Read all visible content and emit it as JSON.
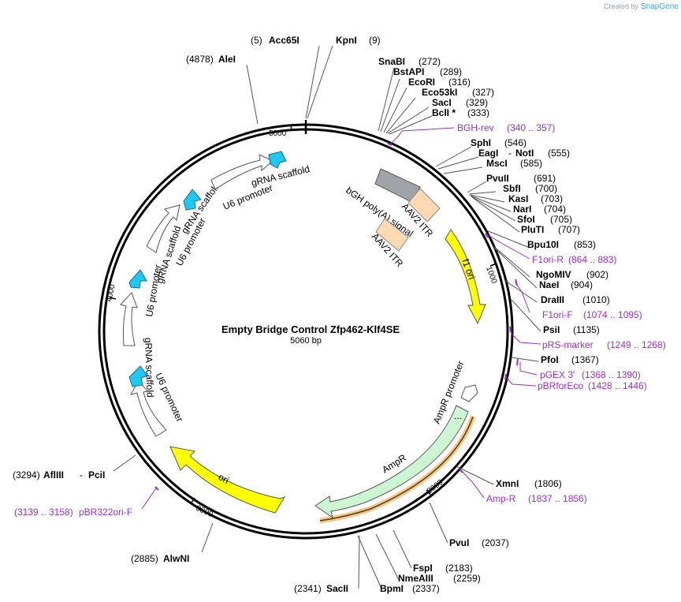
{
  "credit": {
    "prefix": "Created by",
    "brand": "SnapGene"
  },
  "map": {
    "title": "Empty Bridge Control Zfp462-Klf4SE",
    "length": "5060 bp"
  },
  "ticks": {
    "t1000": "1000",
    "t2000": "2000",
    "t3000": "3000",
    "t4000": "4000",
    "t5000": "5000"
  },
  "sites": {
    "s5": "(5)",
    "acc65i": "Acc65I",
    "kpni": "KpnI",
    "s9": "(9)",
    "s4878": "(4878)",
    "alei": "AleI",
    "snabi": "SnaBI",
    "s272": "(272)",
    "bstapi": "BstAPI",
    "s289": "(289)",
    "ecori": "EcoRI",
    "s316": "(316)",
    "eco53ki": "Eco53kI",
    "s327": "(327)",
    "saci": "SacI",
    "s329": "(329)",
    "bcli": "BclI *",
    "s333": "(333)",
    "sphi": "SphI",
    "s546": "(546)",
    "eagi": "EagI",
    "sep1": "-",
    "noti": "NotI",
    "s555": "(555)",
    "msci": "MscI",
    "s585": "(585)",
    "pvuii": "PvuII",
    "s691": "(691)",
    "sbfi": "SbfI",
    "s700": "(700)",
    "kasi": "KasI",
    "s703": "(703)",
    "nari": "NarI",
    "s704": "(704)",
    "sfoi": "SfoI",
    "s705": "(705)",
    "pluti": "PluTI",
    "s707": "(707)",
    "bpu10i": "Bpu10I",
    "s853": "(853)",
    "ngomiv": "NgoMIV",
    "s902": "(902)",
    "naei": "NaeI",
    "s904": "(904)",
    "draiii": "DraIII",
    "s1010": "(1010)",
    "psii": "PsiI",
    "s1135": "(1135)",
    "pfoi": "PfoI",
    "s1367": "(1367)",
    "xmni": "XmnI",
    "s1806": "(1806)",
    "pvui": "PvuI",
    "s2037": "(2037)",
    "fspi": "FspI",
    "s2183": "(2183)",
    "nmeaiii": "NmeAIII",
    "s2259": "(2259)",
    "s2341": "(2341)",
    "sacii": "SacII",
    "bpmi": "BpmI",
    "s2337": "(2337)",
    "s2885": "(2885)",
    "alwni": "AlwNI",
    "s3294": "(3294)",
    "afliii": "AflIII",
    "sep2": "-",
    "pcii": "PciI"
  },
  "primers": {
    "bghrev": "BGH-rev",
    "bghrev_pos": "(340 .. 357)",
    "f1orir": "F1ori-R",
    "f1orir_pos": "(864 .. 883)",
    "f1orif": "F1ori-F",
    "f1orif_pos": "(1074 .. 1095)",
    "prsmarker": "pRS-marker",
    "prsmarker_pos": "(1249 .. 1268)",
    "pgex3": "pGEX 3'",
    "pgex3_pos": "(1368 .. 1390)",
    "pbrforeco": "pBRforEco",
    "pbrforeco_pos": "(1428 .. 1446)",
    "ampr": "Amp-R",
    "ampr_pos": "(1837 .. 1856)",
    "pbr322": "pBR322ori-F",
    "pbr322_pos": "(3139 .. 3158)"
  },
  "features": {
    "bgh": "bGH poly(A) signal",
    "itr1": "AAV2 ITR",
    "itr2": "AAV2 ITR",
    "f1ori": "f1 ori",
    "amprprom": "AmpR promoter",
    "ampr": "AmpR",
    "ori": "ori",
    "u6a": "U6 promoter",
    "grnaa": "gRNA scaffold",
    "u6b": "U6 promoter",
    "grnab": "gRNA scaffold",
    "u6c": "U6 promoter",
    "grnac": "gRNA scaffold",
    "u6d": "U6 promoter",
    "grnad": "gRNA scaffold"
  },
  "colors": {
    "f1ori": "#ffff00",
    "ori": "#ffff00",
    "ampr": "#ccf5d1",
    "bgh": "#a0a4a8",
    "itr": "#ffd9b3",
    "grna": "#1ec8f5",
    "primer": "#9b30c8",
    "orf_glow": "#f3c98b"
  }
}
